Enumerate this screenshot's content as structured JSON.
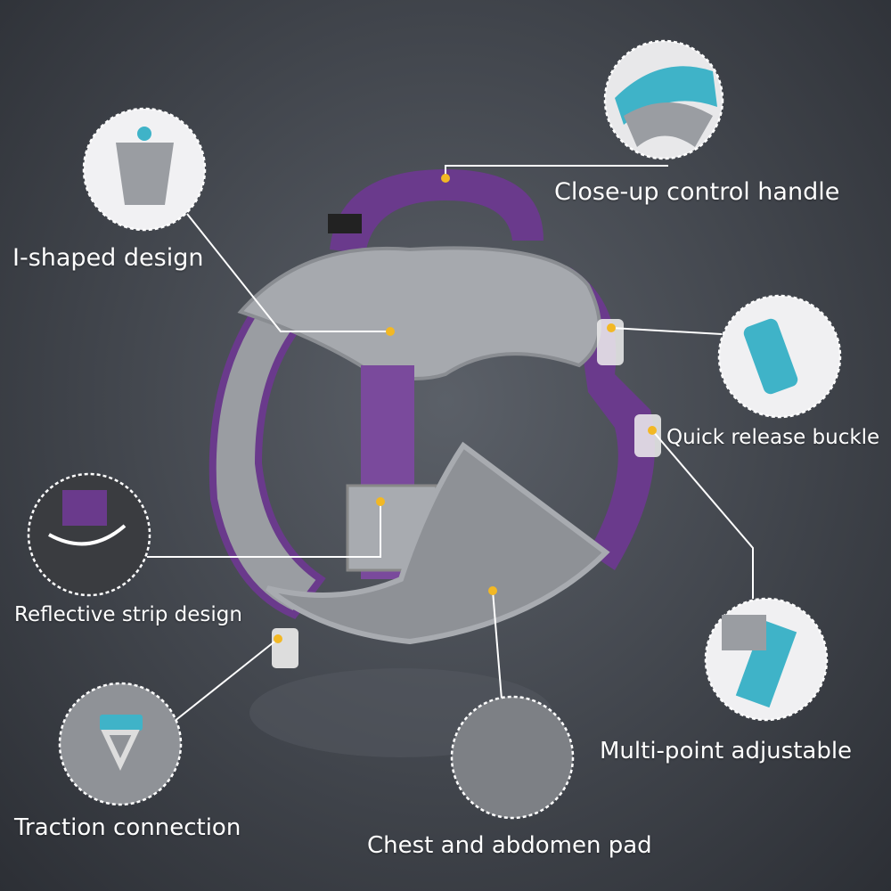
{
  "labels": {
    "handle": "Close-up control handle",
    "i_shaped": "I-shaped design",
    "buckle": "Quick release buckle",
    "reflective": "Reflective strip design",
    "adjustable": "Multi-point adjustable",
    "traction": "Traction connection",
    "pad": "Chest and abdomen pad"
  },
  "colors": {
    "purple": "#6a3a8c",
    "grey": "#9a9da2",
    "accent": "#f2b824",
    "teal": "#3fb3c8"
  }
}
